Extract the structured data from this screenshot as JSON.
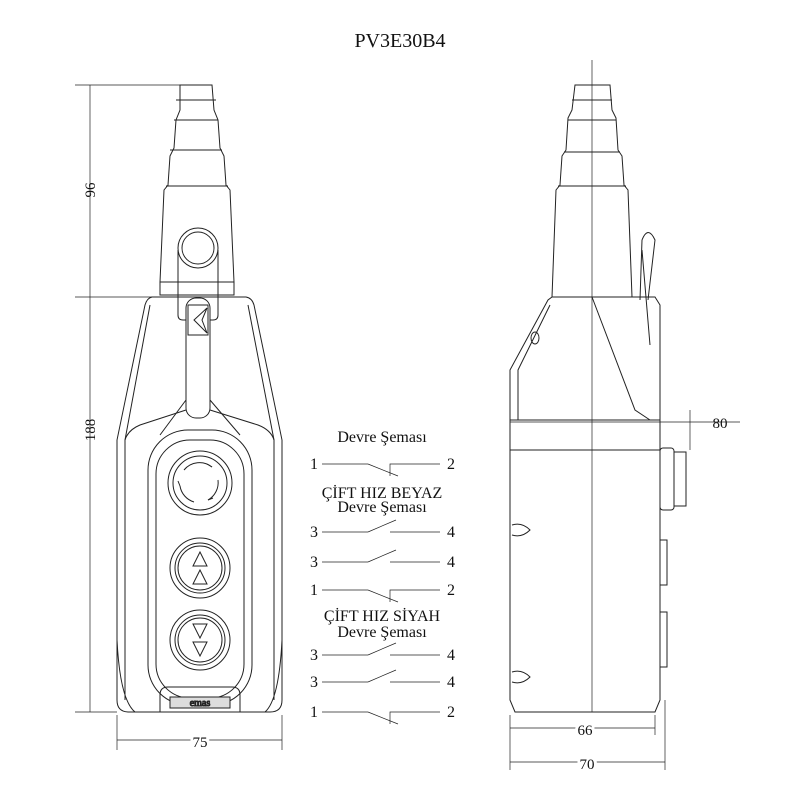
{
  "title": "PV3E30B4",
  "dimensions": {
    "gland_height": "96",
    "body_height": "188",
    "front_width": "75",
    "side_depth_button": "80",
    "side_depth_body": "66",
    "side_depth_total": "70"
  },
  "logo": "emas",
  "schematics": [
    {
      "heading": [
        "Devre Şeması"
      ],
      "contacts": [
        {
          "type": "NC",
          "left": "1",
          "right": "2"
        }
      ]
    },
    {
      "heading": [
        "ÇİFT HIZ BEYAZ",
        "Devre Şeması"
      ],
      "contacts": [
        {
          "type": "NO",
          "left": "3",
          "right": "4"
        },
        {
          "type": "NO",
          "left": "3",
          "right": "4"
        },
        {
          "type": "NC",
          "left": "1",
          "right": "2"
        }
      ]
    },
    {
      "heading": [
        "ÇİFT HIZ SİYAH",
        "Devre Şeması"
      ],
      "contacts": [
        {
          "type": "NO",
          "left": "3",
          "right": "4"
        },
        {
          "type": "NO",
          "left": "3",
          "right": "4"
        },
        {
          "type": "NC",
          "left": "1",
          "right": "2"
        }
      ]
    }
  ],
  "buttons": [
    {
      "icon": "emergency-stop-icon"
    },
    {
      "icon": "double-arrow-up-icon"
    },
    {
      "icon": "double-arrow-down-icon"
    }
  ]
}
